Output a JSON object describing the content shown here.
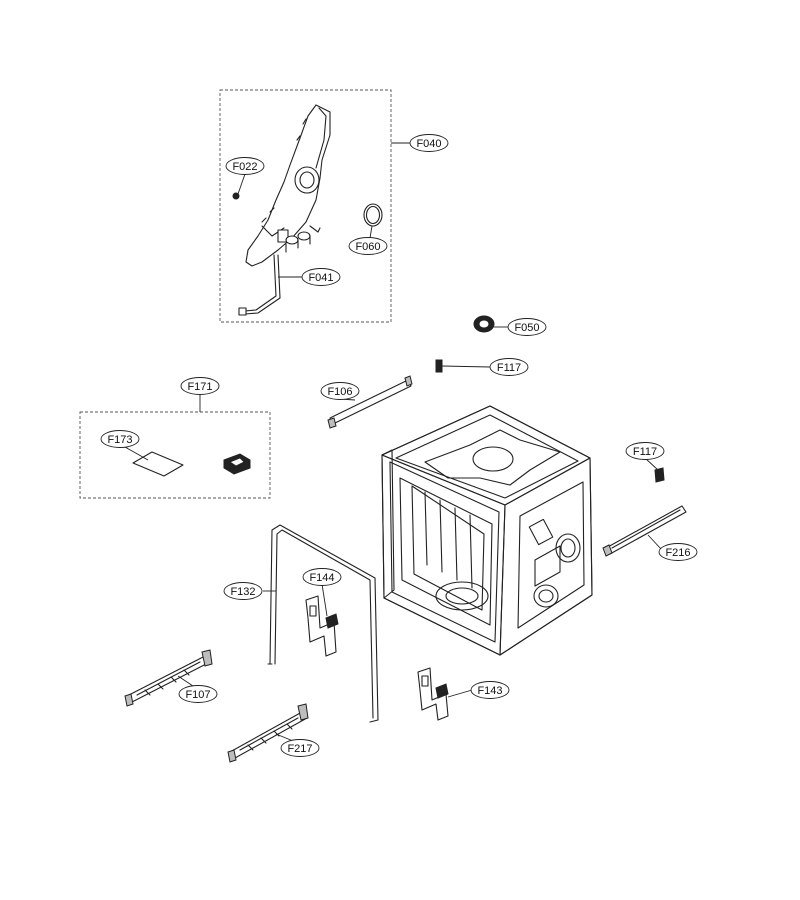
{
  "callouts": {
    "F022": "F022",
    "F040": "F040",
    "F041": "F041",
    "F060": "F060",
    "F050": "F050",
    "F117a": "F117",
    "F106": "F106",
    "F171": "F171",
    "F173": "F173",
    "F117b": "F117",
    "F216": "F216",
    "F132": "F132",
    "F144": "F144",
    "F107": "F107",
    "F143": "F143",
    "F217": "F217"
  }
}
